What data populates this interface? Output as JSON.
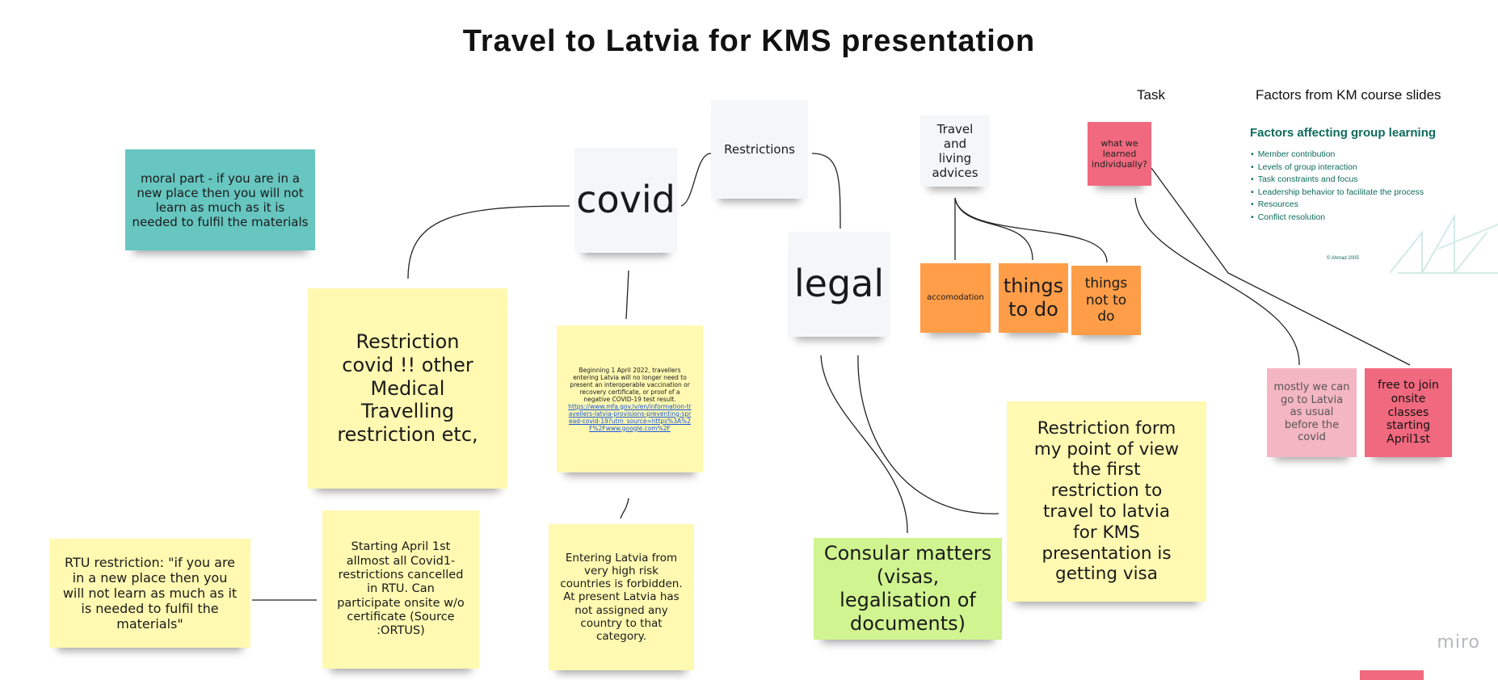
{
  "board": {
    "title": "Travel to Latvia for KMS presentation",
    "brand": "miro"
  },
  "labels": {
    "task": "Task",
    "factors": "Factors from KM course slides"
  },
  "slide": {
    "title": "Factors affecting group learning",
    "items": [
      "Member contribution",
      "Levels of group interaction",
      "Task constraints and focus",
      "Leadership behavior to facilitate the process",
      "Resources",
      "Conflict resolution"
    ],
    "footer": "© Ahmad 2005"
  },
  "notes": {
    "moral": "moral part - if you are in a new place then you will not learn as much as it is needed to fulfil the materials",
    "covid": "covid",
    "restrictions": "Restrictions",
    "legal": "legal",
    "travel_advices": "Travel and living advices",
    "what_we_learned": "what we learned individually?",
    "accomodation": "accomodation",
    "things_to_do": "things to do",
    "things_not_to_do": "things not to do",
    "restriction_covid": "Restriction covid !! other Medical Travelling restriction etc,",
    "april_text": "Beginning 1 April 2022, travellers entering Latvia will no longer need to present an interoperable vaccination or recovery certificate, or proof of a negative COVID-19 test result.",
    "april_link": "https://www.mfa.gov.lv/en/information-travellers-latvia-provisions-preventing-spread-covid-19?utm_source=https%3A%2F%2Fwww.google.com%2F",
    "mostly": "mostly we can go to Latvia as usual before the covid",
    "free_join": "free to join onsite classes starting April1st",
    "restriction_visa": "Restriction form my point of view the first restriction to travel to latvia for KMS presentation is getting visa",
    "rtu": "RTU restriction: \"if you are in a new place then you will not learn as much as it is needed to fulfil the materials\"",
    "starting_april": "Starting April 1st allmost all Covid1- restrictions cancelled in RTU. Can participate onsite w/o certificate (Source :ORTUS)",
    "entering": "Entering Latvia from very high risk countries is forbidden. At present Latvia has not assigned any country to that category.",
    "consular": "Consular matters (visas, legalisation of documents)"
  }
}
